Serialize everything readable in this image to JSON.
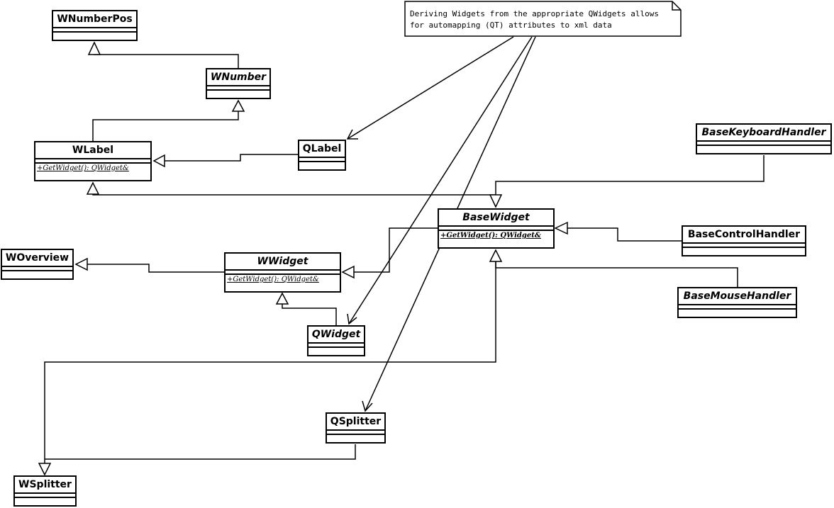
{
  "note": {
    "lines": [
      "Deriving Widgets from the appropriate QWidgets allows",
      "for automapping (QT) attributes to xml data"
    ]
  },
  "classes": {
    "wnumberpos": {
      "name": "WNumberPos",
      "abstract": false
    },
    "wnumber": {
      "name": "WNumber",
      "abstract": true
    },
    "wlabel": {
      "name": "WLabel",
      "abstract": false,
      "operation": "+GetWidget(): QWidget&"
    },
    "qlabel": {
      "name": "QLabel",
      "abstract": false
    },
    "basekeyboardhandler": {
      "name": "BaseKeyboardHandler",
      "abstract": true
    },
    "basewidget": {
      "name": "BaseWidget",
      "abstract": true,
      "operation": "+GetWidget(): QWidget&"
    },
    "basecontrolhandler": {
      "name": "BaseControlHandler",
      "abstract": false
    },
    "woverview": {
      "name": "WOverview",
      "abstract": false
    },
    "wwidget": {
      "name": "WWidget",
      "abstract": true,
      "operation": "+GetWidget(): QWidget&"
    },
    "basemousehandler": {
      "name": "BaseMouseHandler",
      "abstract": true
    },
    "qwidget": {
      "name": "QWidget",
      "abstract": true
    },
    "qsplitter": {
      "name": "QSplitter",
      "abstract": false
    },
    "wsplitter": {
      "name": "WSplitter",
      "abstract": false
    }
  }
}
